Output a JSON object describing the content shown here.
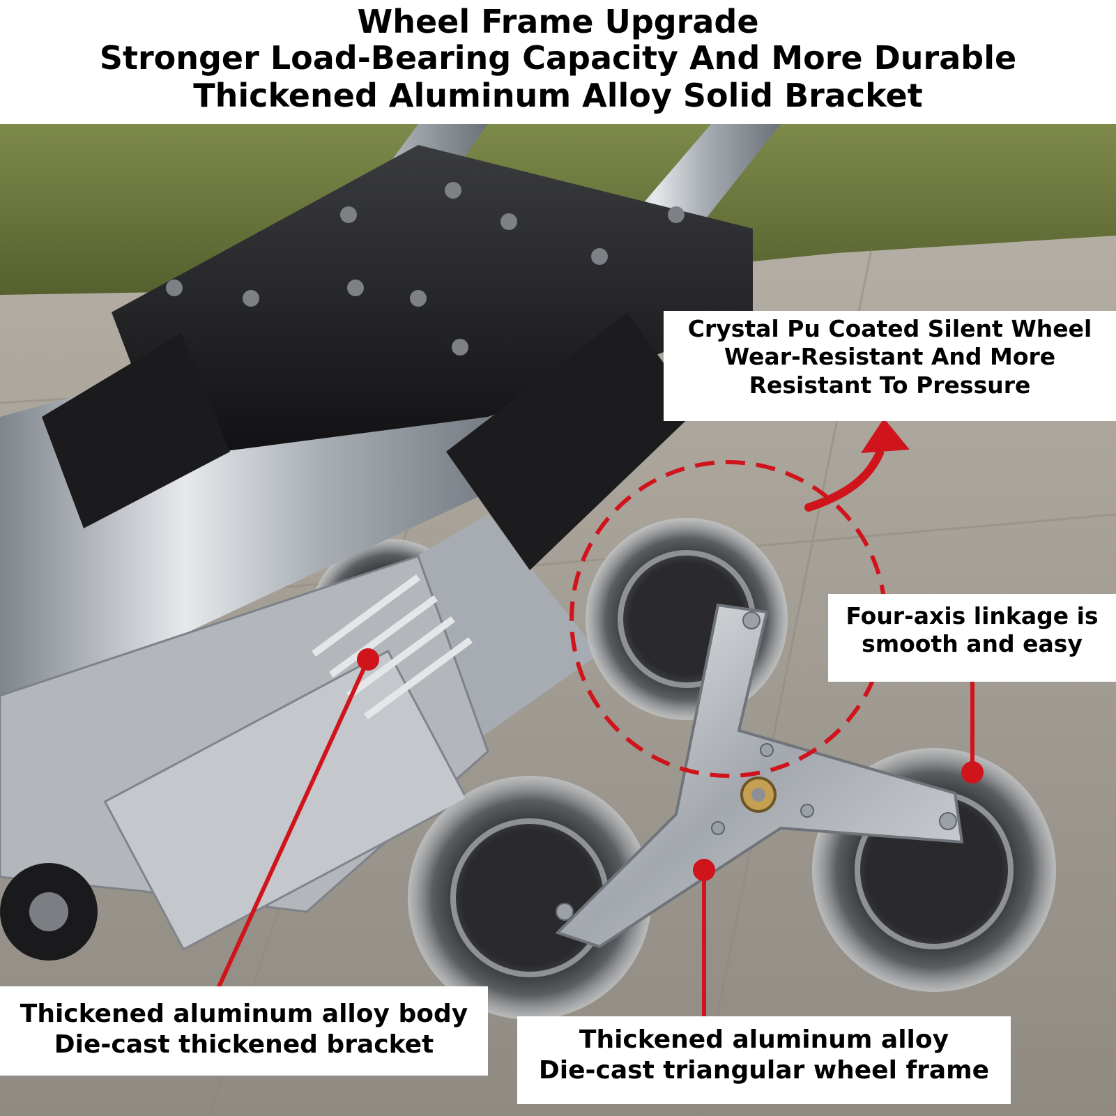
{
  "header": {
    "line1": "Wheel Frame Upgrade",
    "line2": "Stronger Load-Bearing Capacity And More Durable",
    "line3": "Thickened Aluminum Alloy Solid Bracket"
  },
  "callouts": {
    "crystal_wheel": {
      "line1": "Crystal Pu Coated Silent Wheel",
      "line2": "Wear-Resistant And More",
      "line3": "Resistant To Pressure"
    },
    "four_axis": {
      "line1": "Four-axis linkage is",
      "line2": "smooth and easy"
    },
    "body": {
      "line1": "Thickened aluminum alloy body",
      "line2": "Die-cast thickened bracket"
    },
    "wheel_frame": {
      "line1": "Thickened aluminum alloy",
      "line2": "Die-cast triangular wheel frame"
    }
  },
  "colors": {
    "accent_red": "#d0141c",
    "bracket_black": "#1f1f21",
    "aluminum": "#b9bdc2",
    "pavement": "#a49d93",
    "grass": "#6c7a3c"
  }
}
